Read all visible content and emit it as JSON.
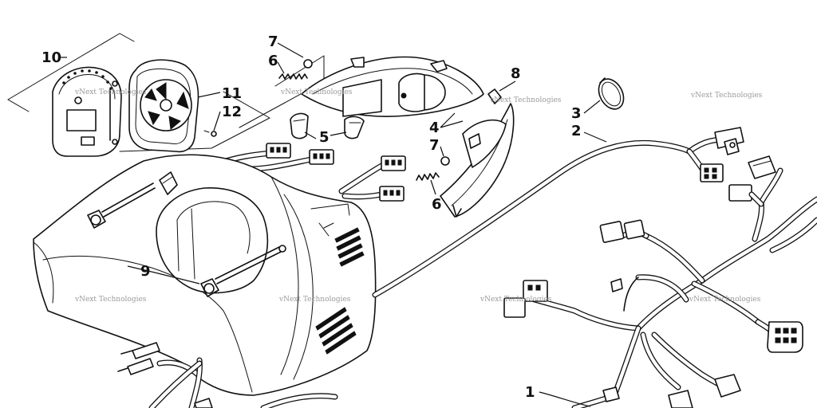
{
  "callouts": {
    "c1": "1",
    "c2": "2",
    "c3": "3",
    "c4": "4",
    "c5": "5",
    "c6a": "6",
    "c6b": "6",
    "c7a": "7",
    "c7b": "7",
    "c8": "8",
    "c9": "9",
    "c10": "10",
    "c11": "11",
    "c12": "12"
  },
  "watermark": "vNext Technologies",
  "colors": {
    "line": "#111111",
    "background": "#ffffff",
    "watermark": "#9a9a9a"
  }
}
